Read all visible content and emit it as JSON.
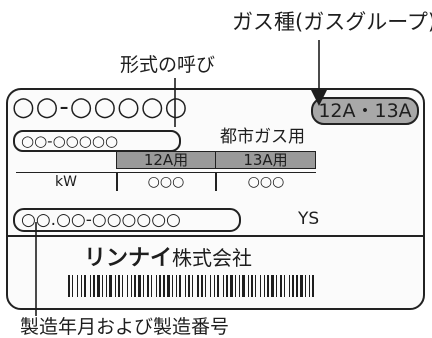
{
  "labels": {
    "gas_type": "ガス種(ガスグループ)",
    "model_type": "形式の呼び",
    "serial": "製造年月および製造番号"
  },
  "plate": {
    "model_number": "○○-○○○○○",
    "gas_group": "12A・13A",
    "model_sub": "○○-○○○○○",
    "city_gas": "都市ガス用",
    "table": {
      "headers": [
        "12A用",
        "13A用"
      ],
      "row_label": "kW",
      "values": [
        "○○○",
        "○○○"
      ]
    },
    "serial_number": "○○.○○-○○○○○○",
    "serial_suffix": "YS",
    "manufacturer_brand": "リンナイ",
    "manufacturer_suffix": "株式会社"
  },
  "colors": {
    "ink": "#1e1e1e",
    "shade": "#9a9a9a"
  }
}
